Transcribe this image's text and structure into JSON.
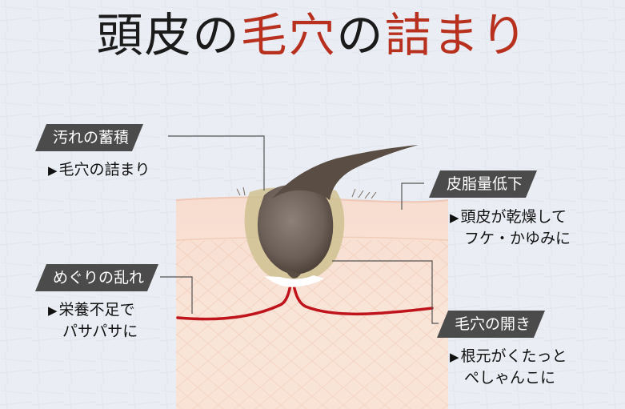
{
  "title": {
    "part1": "頭皮の",
    "part2": "毛穴",
    "part3": "の",
    "part4": "詰まり"
  },
  "labels": {
    "dirt": {
      "tag": "汚れの蓄積",
      "lines": [
        "毛穴の詰まり"
      ]
    },
    "circulation": {
      "tag": "めぐりの乱れ",
      "lines": [
        "栄養不足で",
        "パサパサに"
      ]
    },
    "sebum": {
      "tag": "皮脂量低下",
      "lines": [
        "頭皮が乾燥して",
        "フケ・かゆみに"
      ]
    },
    "pore": {
      "tag": "毛穴の開き",
      "lines": [
        "根元がくたっと",
        "ぺしゃんこに"
      ]
    }
  },
  "bullet": "▶",
  "colors": {
    "title_accent": "#b8311f",
    "tag_bg": "#4b4b4b",
    "blood_vessel": "#c0141c",
    "hair": "#5a4d44",
    "sebum": "#cfc190"
  }
}
